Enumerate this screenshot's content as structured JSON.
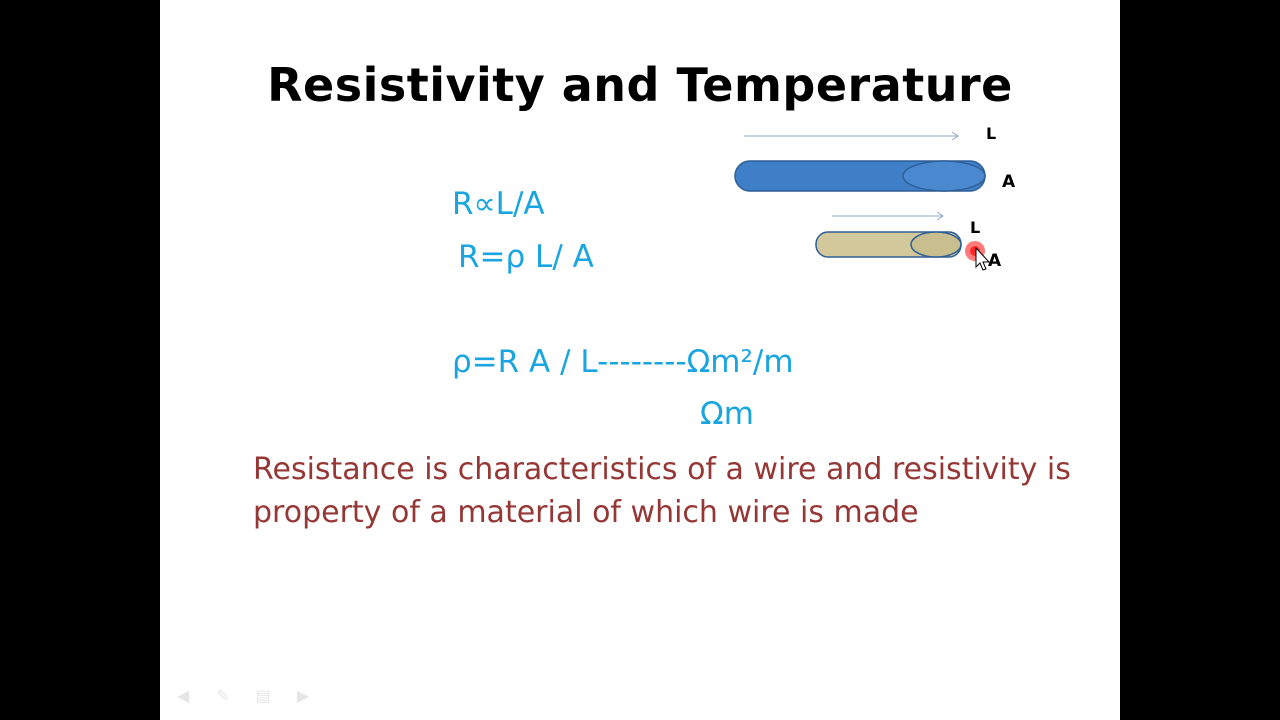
{
  "slide": {
    "title": "Resistivity and Temperature",
    "formulas": {
      "proportional": "R∝L/A",
      "resistance": "R=ρ L/ A",
      "resistivity": "ρ=R A / L--------Ωm²/m",
      "unit": "Ωm"
    },
    "statement": "Resistance is characteristics of a wire and resistivity is property of a material of which wire is made",
    "diagram": {
      "long_wire": {
        "length_label": "L",
        "area_label": "A",
        "color": "#3f7fc8"
      },
      "short_wire": {
        "length_label": "L",
        "area_label": "A",
        "color": "#d2c89c"
      }
    }
  },
  "icons": {
    "nav": [
      "previous-icon",
      "pen-icon",
      "menu-icon",
      "next-icon"
    ],
    "cursor": "pointer-cursor-icon"
  },
  "colors": {
    "formula": "#1aa5e0",
    "statement": "#953735",
    "title": "#000000"
  }
}
